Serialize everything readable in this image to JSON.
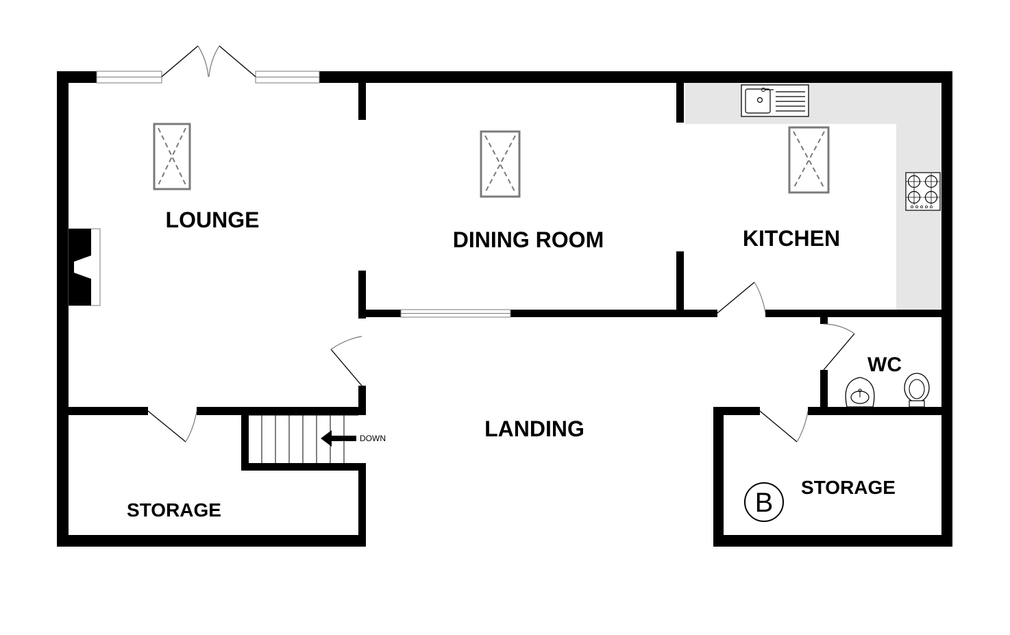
{
  "rooms": {
    "lounge": "LOUNGE",
    "dining_room": "DINING ROOM",
    "kitchen": "KITCHEN",
    "wc": "WC",
    "landing": "LANDING",
    "storage_left": "STORAGE",
    "storage_right": "STORAGE"
  },
  "stairs": {
    "direction_label": "DOWN"
  },
  "boiler": {
    "symbol": "B"
  },
  "colors": {
    "wall": "#000000",
    "worktop": "#e6e6e6",
    "fixture_outline": "#7a7a7a",
    "background": "#ffffff"
  },
  "icons": [
    "skylight-icon",
    "fireplace-icon",
    "sink-icon",
    "hob-icon",
    "toilet-icon",
    "basin-icon",
    "boiler-icon",
    "stairs-arrow-icon"
  ]
}
